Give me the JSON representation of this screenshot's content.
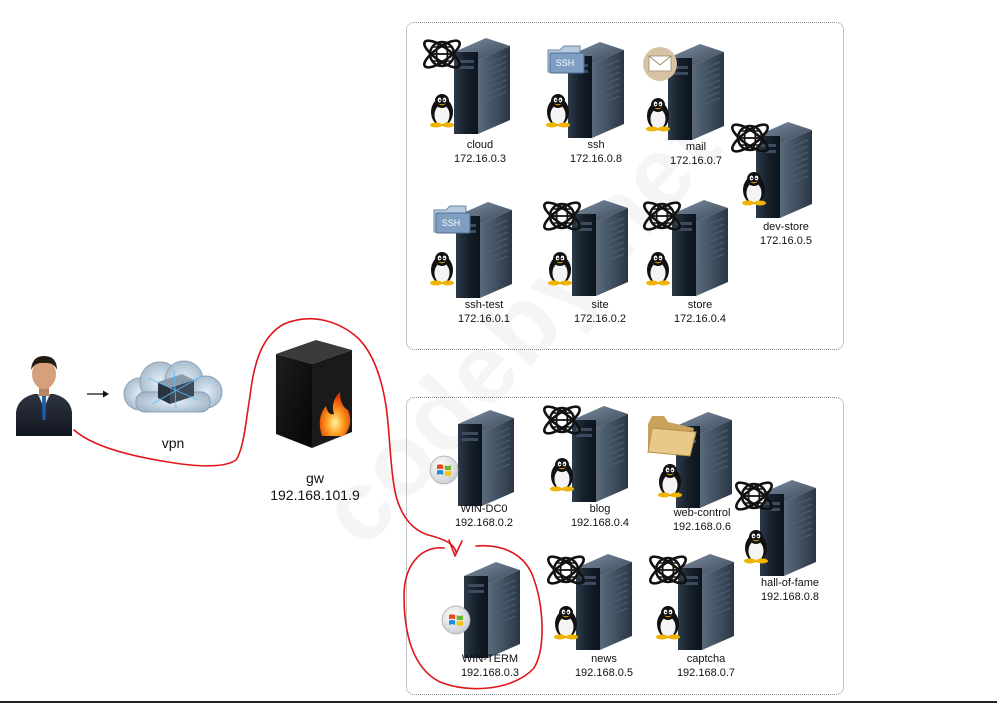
{
  "client": {
    "vpn_label": "vpn"
  },
  "gateway": {
    "name": "gw",
    "ip": "192.168.101.9"
  },
  "watermark": "codeby.net",
  "top_network": {
    "servers": [
      {
        "name": "cloud",
        "ip": "172.16.0.3",
        "badge": "globe"
      },
      {
        "name": "ssh",
        "ip": "172.16.0.8",
        "badge": "ssh-folder"
      },
      {
        "name": "mail",
        "ip": "172.16.0.7",
        "badge": "mail"
      },
      {
        "name": "dev-store",
        "ip": "172.16.0.5",
        "badge": "globe"
      },
      {
        "name": "ssh-test",
        "ip": "172.16.0.1",
        "badge": "ssh-folder"
      },
      {
        "name": "site",
        "ip": "172.16.0.2",
        "badge": "globe"
      },
      {
        "name": "store",
        "ip": "172.16.0.4",
        "badge": "globe"
      }
    ]
  },
  "bottom_network": {
    "servers": [
      {
        "name": "WIN-DC0",
        "ip": "192.168.0.2",
        "badge": "windows"
      },
      {
        "name": "blog",
        "ip": "192.168.0.4",
        "badge": "globe"
      },
      {
        "name": "web-control",
        "ip": "192.168.0.6",
        "badge": "folder"
      },
      {
        "name": "hall-of-fame",
        "ip": "192.168.0.8",
        "badge": "globe"
      },
      {
        "name": "WIN-TERM",
        "ip": "192.168.0.3",
        "badge": "windows"
      },
      {
        "name": "news",
        "ip": "192.168.0.5",
        "badge": "globe"
      },
      {
        "name": "captcha",
        "ip": "192.168.0.7",
        "badge": "globe"
      }
    ]
  },
  "ssh_badge_text": "SSH",
  "colors": {
    "annotation": "#e0161b",
    "server": "#1c2733",
    "zone_border": "#8a8a8a"
  }
}
